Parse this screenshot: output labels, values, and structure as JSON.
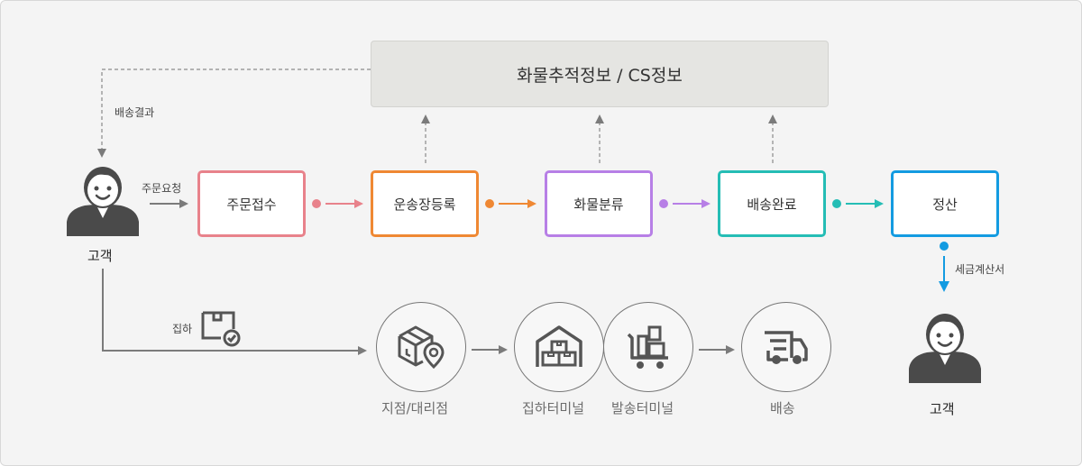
{
  "info_box": {
    "label": "화물추적정보 / CS정보"
  },
  "colors": {
    "step1": "#e8828b",
    "step2": "#ef8833",
    "step3": "#b77fe6",
    "step4": "#25bdb5",
    "step5": "#139be1",
    "neutral": "#7b7b7b",
    "icon": "#555555"
  },
  "customer_left": {
    "label": "고객",
    "icon": "person-icon"
  },
  "customer_right": {
    "label": "고객",
    "icon": "person-icon"
  },
  "edges": {
    "delivery_result": "배송결과",
    "order_request": "주문요청",
    "tax_invoice": "세금계산서",
    "pickup": "집하"
  },
  "steps": [
    {
      "label": "주문접수"
    },
    {
      "label": "운송장등록"
    },
    {
      "label": "화물분류"
    },
    {
      "label": "배송완료"
    },
    {
      "label": "정산"
    }
  ],
  "logistics": [
    {
      "label": "지점/대리점",
      "icon": "box-location-icon"
    },
    {
      "label": "집하터미널",
      "icon": "warehouse-icon"
    },
    {
      "label": "발송터미널",
      "icon": "cart-icon"
    },
    {
      "label": "배송",
      "icon": "truck-icon"
    }
  ]
}
